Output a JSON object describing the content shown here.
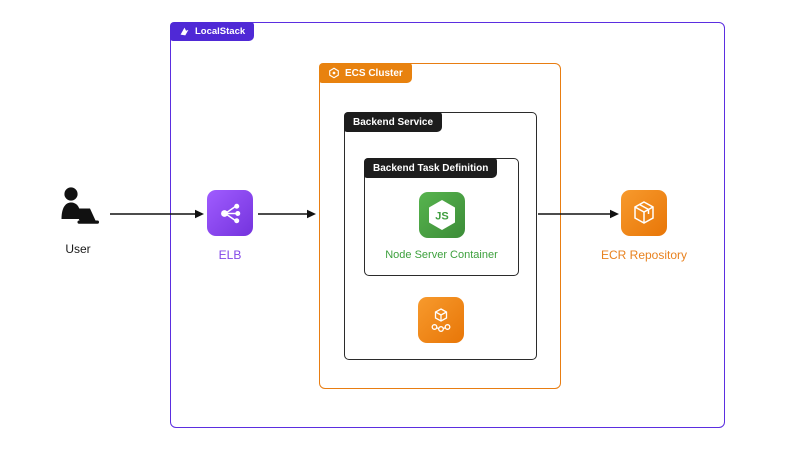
{
  "containers": {
    "localstack": {
      "label": "LocalStack",
      "border_color": "#5b2ee0",
      "tab_bg": "#4f29d6"
    },
    "ecs_cluster": {
      "label": "ECS Cluster",
      "border_color": "#e87d12",
      "tab_bg": "#e8820f"
    },
    "backend_service": {
      "label": "Backend Service",
      "border_color": "#2b2b2b",
      "tab_bg": "#1d1d1d"
    },
    "task_definition": {
      "label": "Backend Task Definition",
      "border_color": "#2b2b2b",
      "tab_bg": "#1d1d1d"
    }
  },
  "nodes": {
    "user": {
      "label": "User",
      "icon": "user-at-laptop-icon",
      "color": "#111111"
    },
    "elb": {
      "label": "ELB",
      "icon": "elastic-load-balancer-icon",
      "color": "#8348e8"
    },
    "node_container": {
      "label": "Node Server Container",
      "icon": "nodejs-icon",
      "color": "#3da03d"
    },
    "ecs_task": {
      "icon": "ecs-containers-icon",
      "color": "#e87607"
    },
    "ecr": {
      "label": "ECR Repository",
      "icon": "ecr-repository-icon",
      "color": "#e8821f"
    }
  },
  "icons": {
    "node_js": "JS",
    "localstack_logo": "localstack-logo-icon",
    "ecs_cluster_tab": "ecs-cluster-icon"
  },
  "connectors": [
    {
      "from": "user",
      "to": "elb"
    },
    {
      "from": "elb",
      "to": "ecs_cluster"
    },
    {
      "from": "backend_service",
      "to": "ecr"
    }
  ]
}
